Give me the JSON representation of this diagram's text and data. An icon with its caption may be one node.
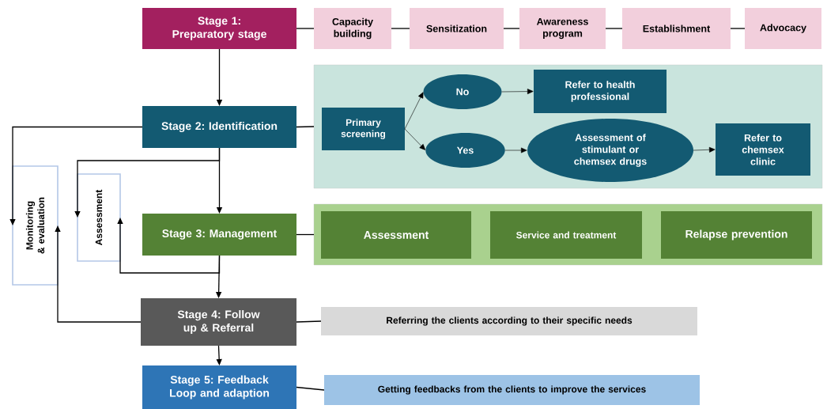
{
  "diagram": {
    "nodes": [
      {
        "text": [
          "Stage 1: Preparatory stage"
        ]
      },
      {
        "text": [
          "Capacity building"
        ]
      },
      {
        "text": [
          "Sensitization"
        ]
      },
      {
        "text": [
          "Awareness program"
        ]
      },
      {
        "text": [
          "Establishment"
        ]
      },
      {
        "text": [
          "Advocacy"
        ]
      },
      {
        "text": [
          "Stage 2: Identification"
        ]
      },
      {
        "text": [],
        "shape": "box"
      },
      {
        "text": [
          "Primary screening"
        ],
        "in": 7
      },
      {
        "text": [
          "No"
        ],
        "in": 7
      },
      {
        "text": [
          "Refer to health professional"
        ],
        "in": 7
      },
      {
        "text": [
          "Yes"
        ],
        "in": 7
      },
      {
        "text": [
          "Assessment of stimulant or chemsex drugs"
        ],
        "in": 7
      },
      {
        "text": [
          "Refer to chemsex clinic"
        ],
        "in": 7
      },
      {
        "text": [
          "Monitoring & evaluation"
        ]
      },
      {
        "text": [
          "Assessment"
        ]
      },
      {
        "text": [
          "Stage 3: Management"
        ]
      },
      {
        "text": [],
        "shape": "box"
      },
      {
        "text": [
          "Assessment"
        ],
        "in": 17
      },
      {
        "text": [
          "Service and treatment"
        ],
        "in": 17
      },
      {
        "text": [
          "Relapse prevention"
        ],
        "in": 17
      },
      {
        "text": [
          "Stage 4: Follow up & Referral"
        ]
      },
      {
        "text": [
          "Referring the clients according to their specific needs"
        ]
      },
      {
        "text": [
          "Stage 5: Feedback Loop and adaption"
        ]
      },
      {
        "text": [
          "Getting feedbacks from the clients to improve the services"
        ]
      }
    ],
    "edges": [
      {
        "from": 0,
        "to": 1,
        "arrow": "none"
      },
      {
        "from": 1,
        "to": 2,
        "arrow": "none"
      },
      {
        "from": 2,
        "to": 3,
        "arrow": "none"
      },
      {
        "from": 3,
        "to": 4,
        "arrow": "none"
      },
      {
        "from": 4,
        "to": 5,
        "arrow": "none"
      },
      {
        "from": 0,
        "to": 6,
        "arrow": "to"
      },
      {
        "from": 6,
        "to": 7,
        "arrow": "none"
      },
      {
        "from": 8,
        "to": 9,
        "arrow": "to"
      },
      {
        "from": 8,
        "to": 11,
        "arrow": "to"
      },
      {
        "from": 9,
        "to": 10,
        "arrow": "to"
      },
      {
        "from": 11,
        "to": 12,
        "arrow": "to"
      },
      {
        "from": 12,
        "to": 13,
        "arrow": "to"
      },
      {
        "from": 6,
        "to": 14,
        "arrow": "to"
      },
      {
        "from": 6,
        "to": 15,
        "arrow": "to"
      },
      {
        "from": 6,
        "to": 16,
        "arrow": "to"
      },
      {
        "from": 16,
        "to": 17,
        "arrow": "none"
      },
      {
        "from": 16,
        "to": 15,
        "arrow": "to"
      },
      {
        "from": 16,
        "to": 21,
        "arrow": "to"
      },
      {
        "from": 21,
        "to": 14,
        "arrow": "to"
      },
      {
        "from": 21,
        "to": 22,
        "arrow": "none"
      },
      {
        "from": 21,
        "to": 23,
        "arrow": "to"
      },
      {
        "from": 23,
        "to": 24,
        "arrow": "none"
      }
    ]
  }
}
